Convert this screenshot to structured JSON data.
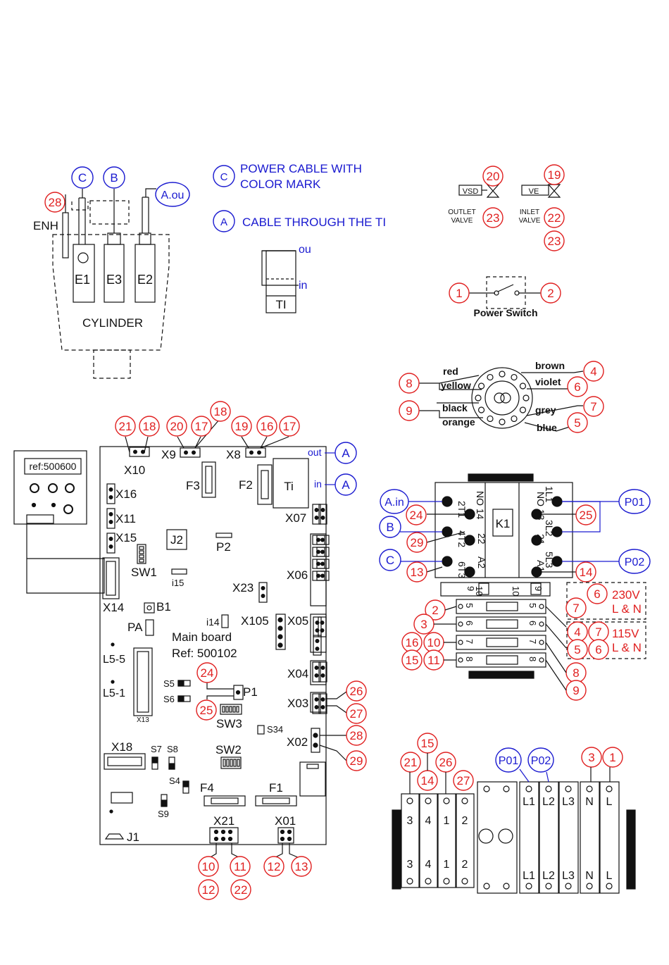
{
  "colors": {
    "ink": "#111111",
    "red": "#e02020",
    "blue": "#1a1ad0"
  },
  "legend": {
    "c_line1": "POWER CABLE WITH",
    "c_line2": "COLOR MARK",
    "a_text": "CABLE THROUGH THE TI",
    "ti_ou": "ou",
    "ti_in": "in",
    "ti": "TI"
  },
  "cylinder": {
    "label": "CYLINDER",
    "enh": "ENH",
    "e1": "E1",
    "e3": "E3",
    "e2": "E2",
    "aou": "A.ou"
  },
  "valves": {
    "vsd": "VSD",
    "outlet1": "OUTLET",
    "outlet2": "VALVE",
    "ve": "VE",
    "inlet1": "INLET",
    "inlet2": "VALVE"
  },
  "power_switch": {
    "label": "Power Switch"
  },
  "transformer": {
    "red": "red",
    "yellow": "yellow",
    "black": "black",
    "orange": "orange",
    "brown": "brown",
    "violet": "violet",
    "grey": "grey",
    "blue": "blue"
  },
  "display": {
    "ref": "ref:500600"
  },
  "board": {
    "x10": "X10",
    "x9": "X9",
    "x8": "X8",
    "out": "out",
    "in": "in",
    "x16": "X16",
    "x11": "X11",
    "x15": "X15",
    "j2": "J2",
    "sw1": "SW1",
    "i15": "i15",
    "f3": "F3",
    "f2": "F2",
    "ti": "Ti",
    "p2": "P2",
    "x07": "X07",
    "x06": "X06",
    "x23": "X23",
    "x14": "X14",
    "b1": "B1",
    "pa": "PA",
    "i14": "i14",
    "x105": "X105",
    "x05": "X05",
    "main1": "Main board",
    "main2": "Ref: 500102",
    "l55": "L5-5",
    "l51": "L5-1",
    "x13": "X13",
    "s5": "S5",
    "s6": "S6",
    "p1": "P1",
    "sw3": "SW3",
    "s34": "S34",
    "x04": "X04",
    "x03": "X03",
    "x02": "X02",
    "x18": "X18",
    "s7": "S7",
    "s8": "S8",
    "sw2": "SW2",
    "s4": "S4",
    "s9": "S9",
    "f4": "F4",
    "f1": "F1",
    "j1": "J1",
    "x21": "X21",
    "x01": "X01"
  },
  "contactor": {
    "k1": "K1",
    "t1": "2T1",
    "t2": "4T2",
    "t3": "6T3",
    "no14": "NO 14",
    "n22": "22",
    "a2": "A2",
    "l1": "1L1",
    "no13": "NO 13",
    "l2": "3L2",
    "n21": "21",
    "l3": "5L3",
    "a1": "A1",
    "ain": "A.in",
    "p01": "P01",
    "p02": "P02"
  },
  "selector": {
    "v230": "230V",
    "v115": "115V",
    "ln": "L & N",
    "r9": "9",
    "r10": "10",
    "r5": "5",
    "r6": "6",
    "r7": "7",
    "r8": "8"
  },
  "terminals": {
    "n3": "3",
    "n4": "4",
    "n1": "1",
    "n2": "2",
    "L1": "L1",
    "L2": "L2",
    "L3": "L3",
    "N": "N",
    "L": "L",
    "p01": "P01",
    "p02": "P02"
  },
  "callouts": {
    "n1": "1",
    "n2": "2",
    "n3": "3",
    "n4": "4",
    "n5": "5",
    "n6": "6",
    "n7": "7",
    "n8": "8",
    "n9": "9",
    "n10": "10",
    "n11": "11",
    "n12": "12",
    "n13": "13",
    "n14": "14",
    "n15": "15",
    "n16": "16",
    "n17": "17",
    "n18": "18",
    "n19": "19",
    "n20": "20",
    "n21": "21",
    "n22": "22",
    "n23": "23",
    "n24": "24",
    "n25": "25",
    "n26": "26",
    "n27": "27",
    "n28": "28",
    "n29": "29",
    "a": "A",
    "b": "B",
    "c": "C"
  }
}
